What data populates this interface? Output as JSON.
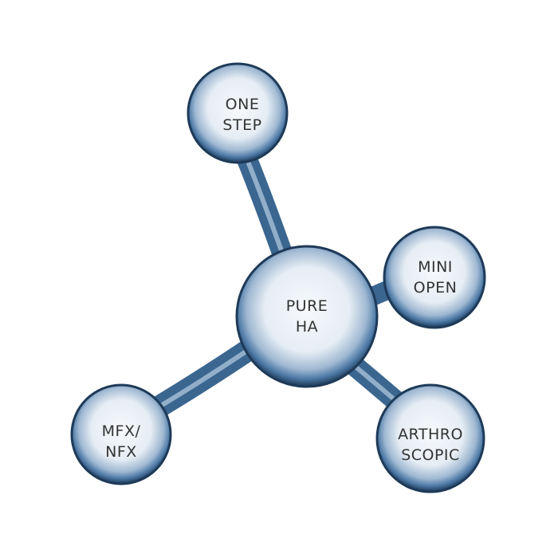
{
  "colors": {
    "glass_dark": "#1d3f63",
    "glass_mid": "#5f88b3",
    "glass_light": "#e8eef5",
    "text": "#333333"
  },
  "nodes": [
    {
      "id": "center",
      "lines": [
        "PURE",
        "HA"
      ]
    },
    {
      "id": "top",
      "lines": [
        "ONE",
        "STEP"
      ]
    },
    {
      "id": "right",
      "lines": [
        "MINI",
        "OPEN"
      ]
    },
    {
      "id": "bottom-right",
      "lines": [
        "ARTHRO",
        "SCOPIC"
      ]
    },
    {
      "id": "left",
      "lines": [
        "MFX/",
        "NFX"
      ]
    }
  ]
}
